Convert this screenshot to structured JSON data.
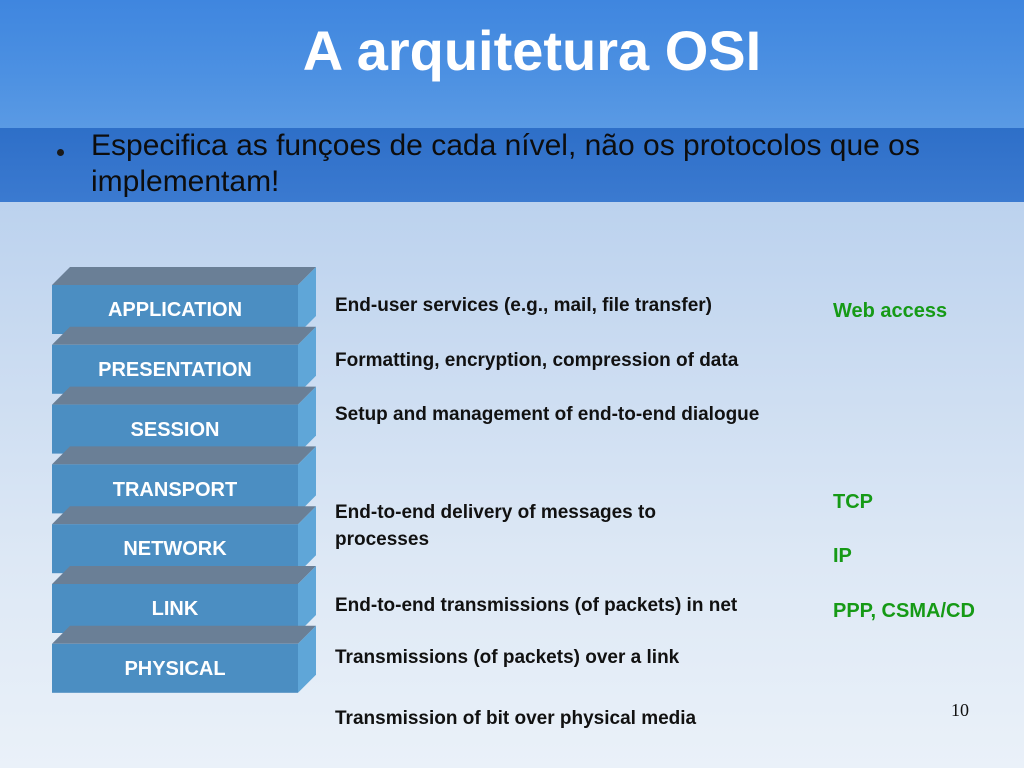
{
  "slide": {
    "title": "A arquitetura OSI",
    "bullet": "Especifica as funçoes de cada nível, não os protocolos que os implementam!",
    "page_number": "10"
  },
  "layers": [
    {
      "label": "APPLICATION"
    },
    {
      "label": "PRESENTATION"
    },
    {
      "label": "SESSION"
    },
    {
      "label": "TRANSPORT"
    },
    {
      "label": "NETWORK"
    },
    {
      "label": "LINK"
    },
    {
      "label": "PHYSICAL"
    }
  ],
  "descriptions": [
    "End-user services (e.g., mail, file transfer)",
    "Formatting, encryption, compression of data",
    "Setup and management of end-to-end dialogue",
    "End-to-end delivery of messages to processes",
    "End-to-end transmissions (of packets) in net",
    "Transmissions (of packets) over a link",
    "Transmission of bit over physical media"
  ],
  "protocols": [
    "Web access",
    "TCP",
    "IP",
    "PPP, CSMA/CD"
  ],
  "colors": {
    "layer_front": "#4b8ec2",
    "layer_top": "#6a7f96",
    "layer_side": "#5fa6d8",
    "protocol_text": "#169a16"
  }
}
